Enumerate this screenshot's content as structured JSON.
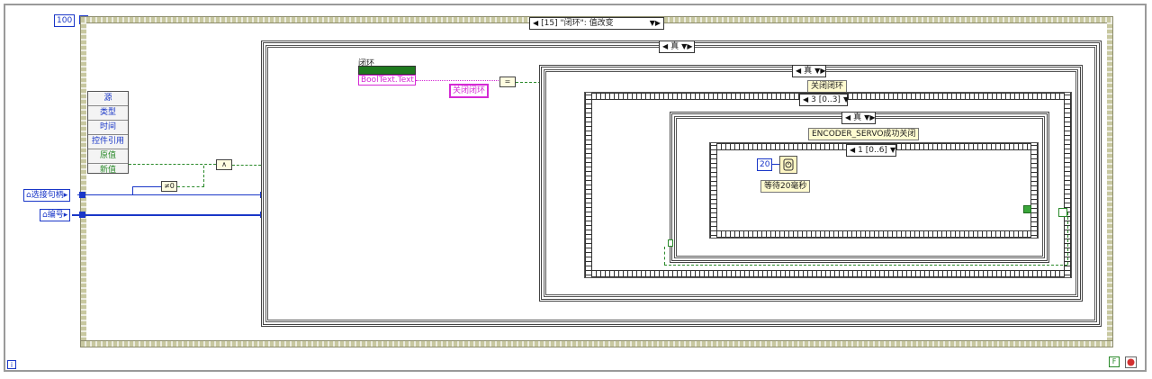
{
  "loop_count_label": "100",
  "event_selector": {
    "text": "[15] \"闭环\": 值改变"
  },
  "outer_case_selector": {
    "text": "真"
  },
  "inner_case_selector": {
    "text": "真"
  },
  "inner_case2_selector": {
    "text": "真"
  },
  "sequence_selector": {
    "text": "3 [0..3]"
  },
  "inner_sequence_selector": {
    "text": "1 [0..6]"
  },
  "event_data_fields": [
    "源",
    "类型",
    "时间",
    "控件引用",
    "原值",
    "新值"
  ],
  "terminals": {
    "connect_handle": "选接句柄",
    "index": "编号"
  },
  "property_node": {
    "label": "闭环",
    "property": "BoolText.Text"
  },
  "string_constant": "关闭闭环",
  "comment_labels": {
    "close_loop": "关闭闭环",
    "encoder_servo": "ENCODER_SERVO成功关闭",
    "wait_20ms": "等待20毫秒"
  },
  "wait_constant": "20",
  "bottom_left_icon": "i",
  "bottom_right_stop": "F",
  "colors": {
    "wire_blue": "#1a37c8",
    "wire_green": "#2a8a2a",
    "string_pink": "#d52ad5"
  }
}
